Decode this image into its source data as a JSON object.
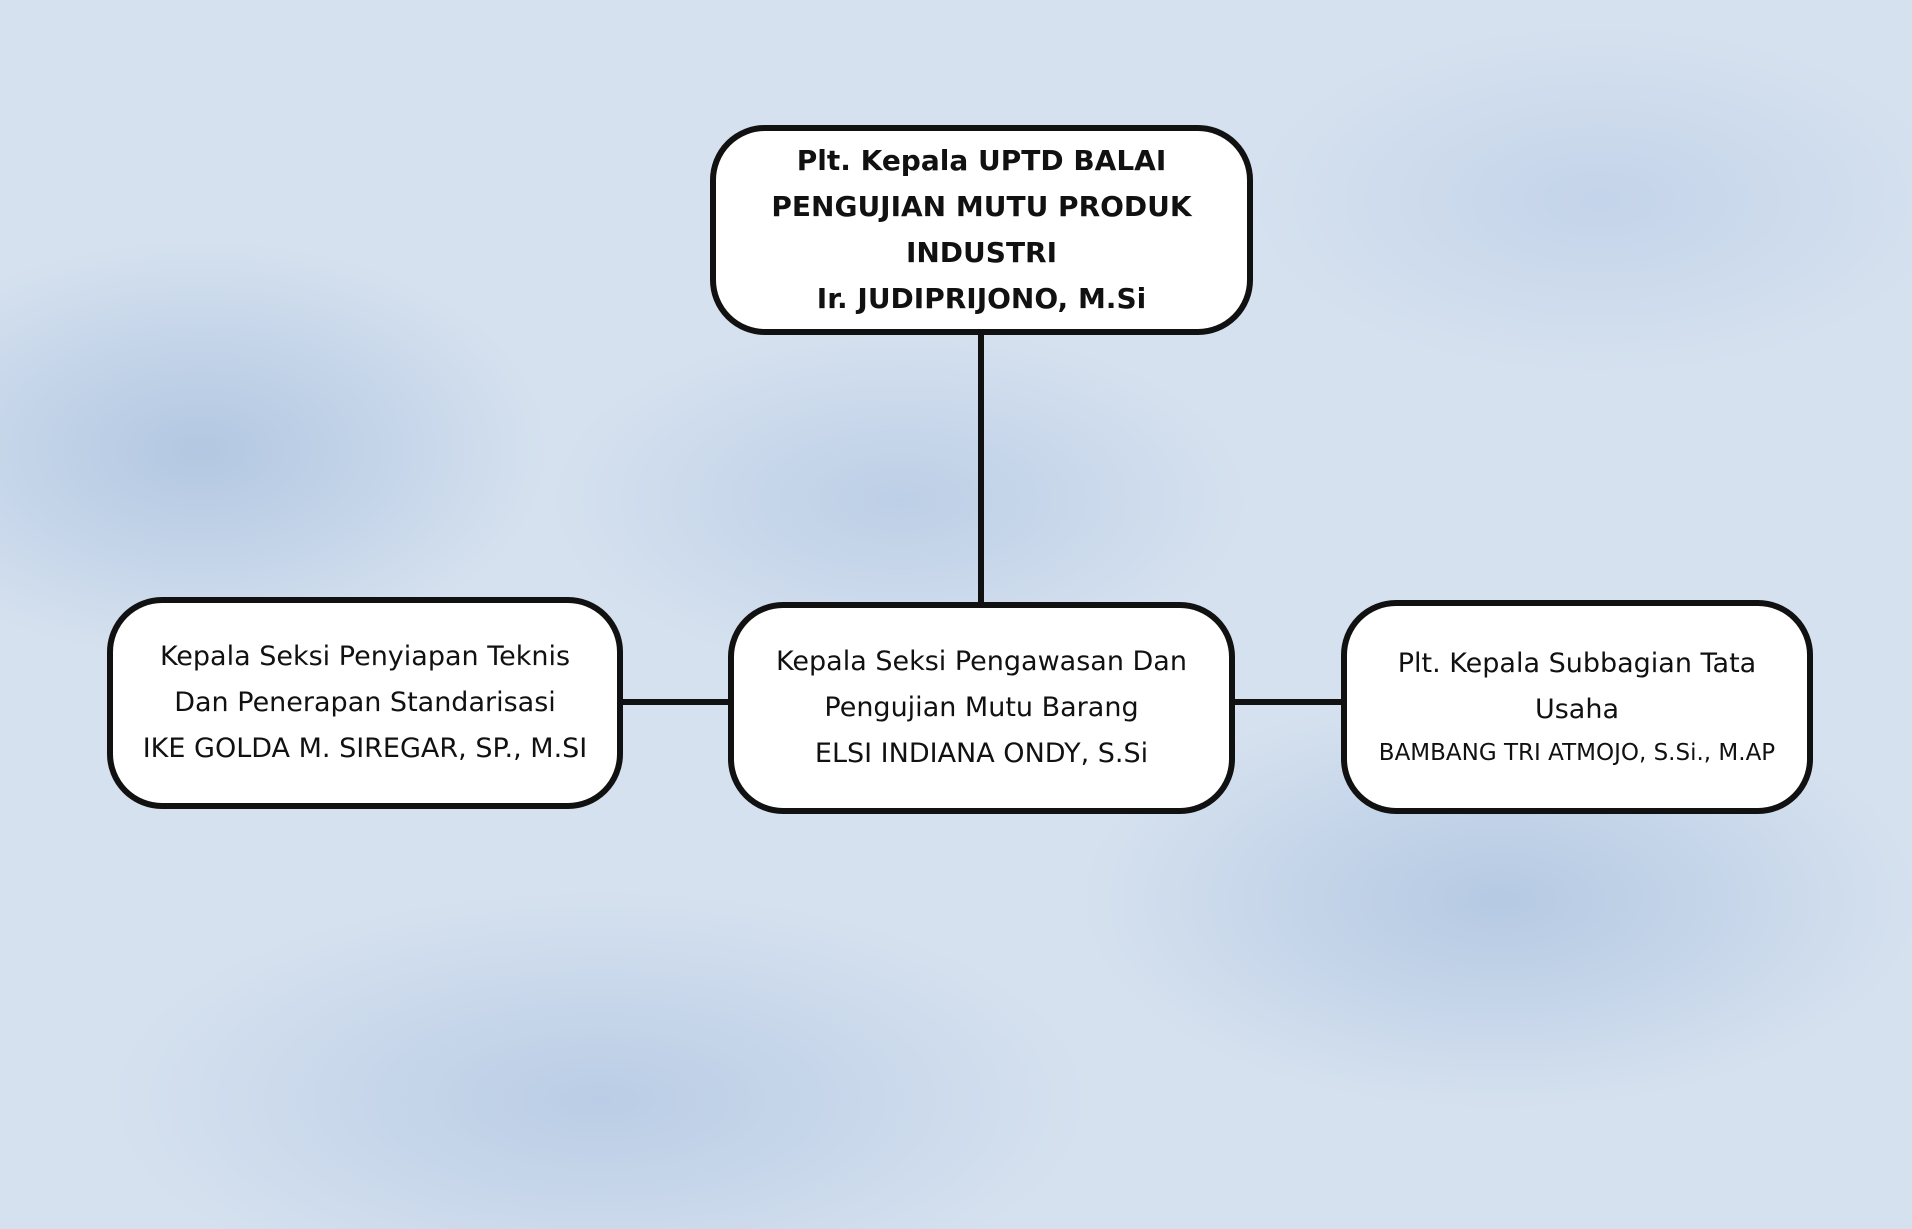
{
  "top": {
    "lines": [
      "Plt. Kepala UPTD BALAI",
      "PENGUJIAN MUTU PRODUK",
      "INDUSTRI",
      "Ir. JUDIPRIJONO, M.Si"
    ]
  },
  "left": {
    "lines": [
      "Kepala Seksi Penyiapan Teknis",
      "Dan Penerapan Standarisasi",
      "IKE GOLDA M. SIREGAR, SP., M.SI"
    ]
  },
  "middle": {
    "lines": [
      "Kepala Seksi Pengawasan Dan",
      "Pengujian Mutu Barang",
      "ELSI INDIANA ONDY, S.Si"
    ]
  },
  "right": {
    "lines": [
      "Plt. Kepala Subbagian Tata",
      "Usaha",
      "BAMBANG TRI ATMOJO, S.Si., M.AP"
    ]
  }
}
